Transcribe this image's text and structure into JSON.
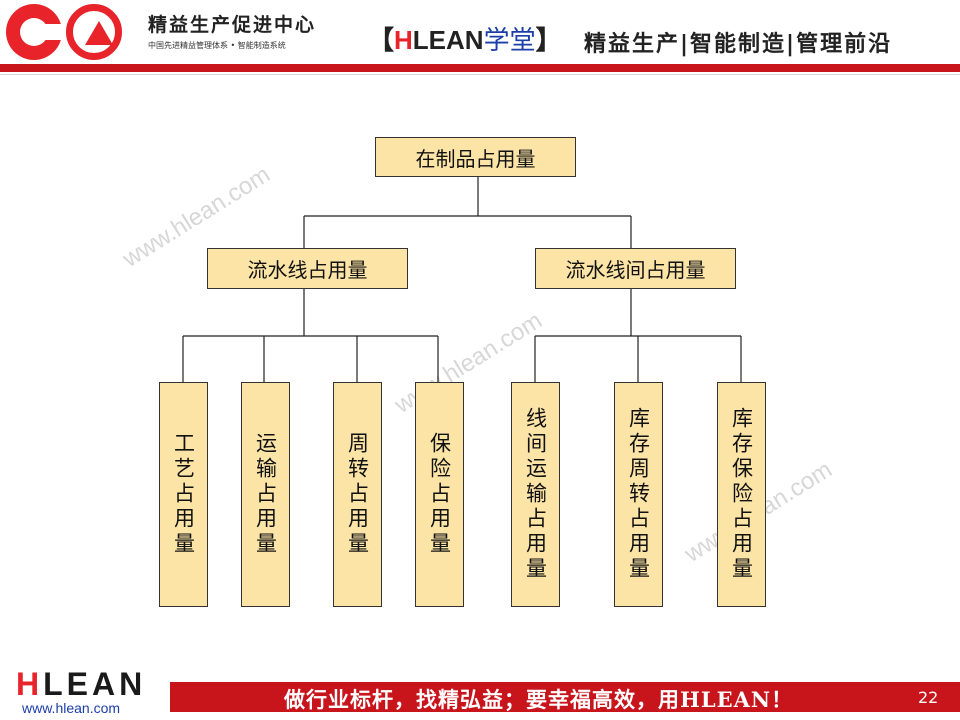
{
  "header": {
    "brand_cn": "精益生产促进中心",
    "brand_sub": "中国先进精益管理体系 • 智能制造系统",
    "tag_open": "【",
    "tag_h": "H",
    "tag_lean": "LEAN",
    "tag_xuetang": "学堂",
    "tag_close": "】",
    "right_text": "精益生产|智能制造|管理前沿"
  },
  "watermark": "www.hlean.com",
  "diagram": {
    "root": "在制品占用量",
    "left": {
      "label": "流水线占用量",
      "children": [
        "工艺占用量",
        "运输占用量",
        "周转占用量",
        "保险占用量"
      ]
    },
    "right": {
      "label": "流水线间占用量",
      "children": [
        "线间运输占用量",
        "库存周转占用量",
        "库存保险占用量"
      ]
    }
  },
  "footer": {
    "logo_h": "H",
    "logo_rest": "LEAN",
    "url": "www.hlean.com",
    "slogan": "做行业标杆，找精弘益；要幸福高效，用HLEAN！",
    "page_number": "22"
  }
}
